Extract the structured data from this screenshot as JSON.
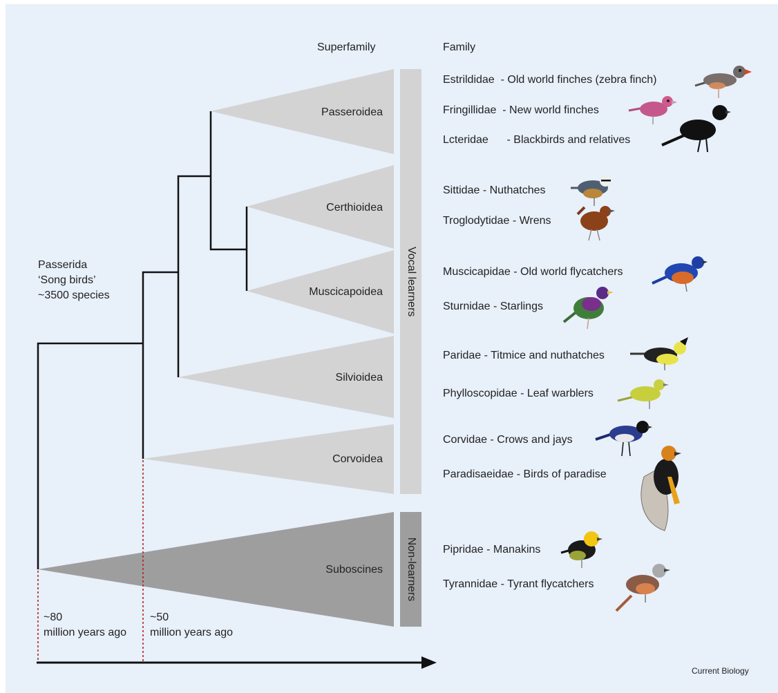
{
  "headers": {
    "superfamily": "Superfamily",
    "family": "Family"
  },
  "passerida": {
    "line1": "Passerida",
    "line2": "‘Song birds’",
    "line3": "~3500 species"
  },
  "superfamilies": [
    {
      "name": "Passeroidea",
      "group": "vocal"
    },
    {
      "name": "Certhioidea",
      "group": "vocal"
    },
    {
      "name": "Muscicapoidea",
      "group": "vocal"
    },
    {
      "name": "Silvioidea",
      "group": "vocal"
    },
    {
      "name": "Corvoidea",
      "group": "vocal"
    },
    {
      "name": "Suboscines",
      "group": "non"
    }
  ],
  "groups": {
    "vocal_learners": "Vocal learners",
    "non_learners": "Non-learners"
  },
  "families": [
    {
      "name": "Estrildidae",
      "desc": "- Old world finches (zebra finch)"
    },
    {
      "name": "Fringillidae",
      "desc": "- New world finches"
    },
    {
      "name": "Lcteridae",
      "desc": "- Blackbirds and relatives"
    },
    {
      "name": "Sittidae",
      "desc": "- Nuthatches"
    },
    {
      "name": "Troglodytidae",
      "desc": "- Wrens"
    },
    {
      "name": "Muscicapidae",
      "desc": "- Old world flycatchers"
    },
    {
      "name": "Sturnidae",
      "desc": "- Starlings"
    },
    {
      "name": "Paridae",
      "desc": "- Titmice and nuthatches"
    },
    {
      "name": "Phylloscopidae",
      "desc": "- Leaf warblers"
    },
    {
      "name": "Corvidae",
      "desc": "- Crows and jays"
    },
    {
      "name": "Paradisaeidae",
      "desc": "- Birds of paradise"
    },
    {
      "name": "Pipridae",
      "desc": "- Manakins"
    },
    {
      "name": "Tyrannidae",
      "desc": "- Tyrant flycatchers"
    }
  ],
  "time_labels": {
    "t80_line1": "~80",
    "t80_line2": "million years ago",
    "t50_line1": "~50",
    "t50_line2": "million years ago"
  },
  "credit": "Current Biology",
  "colors": {
    "background": "#e8f0fa",
    "triangle_learners": "#d3d3d3",
    "triangle_nonlearners": "#9e9e9e",
    "tree_line": "#111111",
    "dashed_line": "#b22222"
  }
}
